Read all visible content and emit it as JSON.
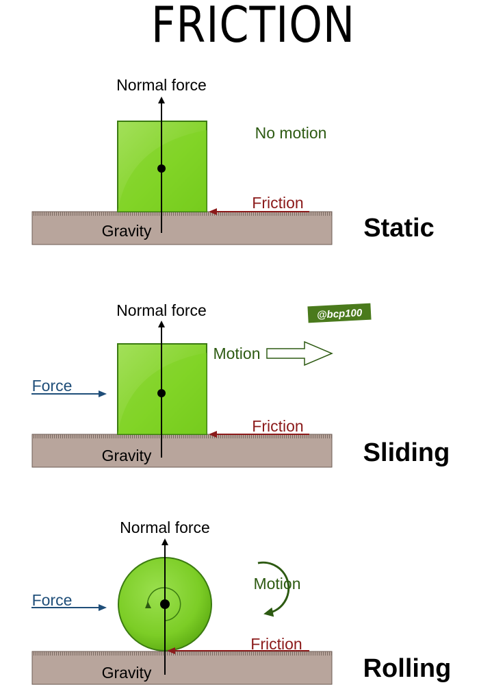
{
  "title": "FRICTION",
  "watermark": "@bcp100",
  "colors": {
    "block_fill": "#7ed321",
    "block_stroke": "#3a7a10",
    "ground_fill": "#b8a59c",
    "ground_stroke": "#6b5a52",
    "force_blue": "#1f4e79",
    "friction_red": "#8b1a1a",
    "motion_green": "#2d5a12",
    "watermark_bg": "#4a7a1c"
  },
  "panels": [
    {
      "name": "Static",
      "object": "block",
      "normal_label": "Normal force",
      "gravity_label": "Gravity",
      "friction_label": "Friction",
      "motion_label": "No motion",
      "force_label": ""
    },
    {
      "name": "Sliding",
      "object": "block",
      "normal_label": "Normal force",
      "gravity_label": "Gravity",
      "friction_label": "Friction",
      "motion_label": "Motion",
      "force_label": "Force"
    },
    {
      "name": "Rolling",
      "object": "wheel",
      "normal_label": "Normal force",
      "gravity_label": "Gravity",
      "friction_label": "Friction",
      "motion_label": "Motion",
      "force_label": "Force"
    }
  ]
}
